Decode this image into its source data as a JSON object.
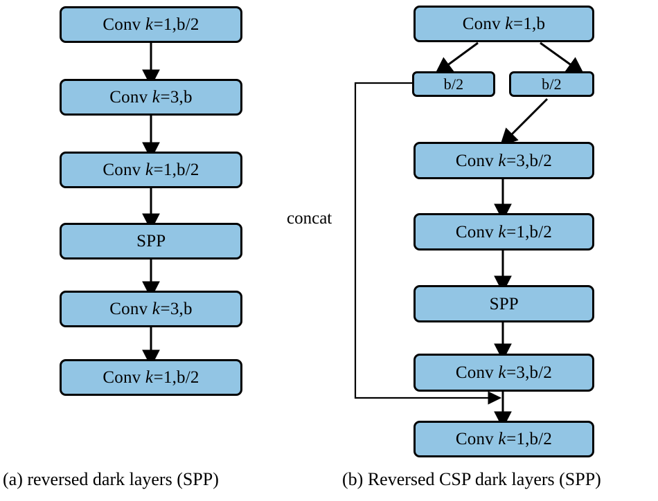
{
  "figure": {
    "background_color": "#ffffff",
    "block_fill_color": "#92C5E4",
    "block_border_color": "#000000",
    "edge_color": "#000000"
  },
  "panel_a": {
    "caption": "(a) reversed dark layers (SPP)",
    "blocks": [
      {
        "id": "a1",
        "prefix": "Conv ",
        "italic": "k",
        "suffix": "=1,b/2",
        "full": "Conv k=1,b/2"
      },
      {
        "id": "a2",
        "prefix": "Conv ",
        "italic": "k",
        "suffix": "=3,b",
        "full": "Conv k=3,b"
      },
      {
        "id": "a3",
        "prefix": "Conv ",
        "italic": "k",
        "suffix": "=1,b/2",
        "full": "Conv k=1,b/2"
      },
      {
        "id": "a4",
        "prefix": "",
        "italic": "",
        "suffix": "SPP",
        "full": "SPP"
      },
      {
        "id": "a5",
        "prefix": "Conv ",
        "italic": "k",
        "suffix": "=3,b",
        "full": "Conv k=3,b"
      },
      {
        "id": "a6",
        "prefix": "Conv ",
        "italic": "k",
        "suffix": "=1,b/2",
        "full": "Conv k=1,b/2"
      }
    ]
  },
  "panel_b": {
    "caption": "(b) Reversed CSP dark layers (SPP)",
    "concat_label": "concat",
    "blocks": [
      {
        "id": "b1",
        "prefix": "Conv ",
        "italic": "k",
        "suffix": "=1,b",
        "full": "Conv k=1,b"
      },
      {
        "id": "b_split_left",
        "prefix": "",
        "italic": "",
        "suffix": "b/2",
        "full": "b/2"
      },
      {
        "id": "b_split_right",
        "prefix": "",
        "italic": "",
        "suffix": "b/2",
        "full": "b/2"
      },
      {
        "id": "b2",
        "prefix": "Conv ",
        "italic": "k",
        "suffix": "=3,b/2",
        "full": "Conv k=3,b/2"
      },
      {
        "id": "b3",
        "prefix": "Conv ",
        "italic": "k",
        "suffix": "=1,b/2",
        "full": "Conv k=1,b/2"
      },
      {
        "id": "b4",
        "prefix": "",
        "italic": "",
        "suffix": "SPP",
        "full": "SPP"
      },
      {
        "id": "b5",
        "prefix": "Conv ",
        "italic": "k",
        "suffix": "=3,b/2",
        "full": "Conv k=3,b/2"
      },
      {
        "id": "b6",
        "prefix": "Conv ",
        "italic": "k",
        "suffix": "=1,b/2",
        "full": "Conv k=1,b/2"
      }
    ]
  }
}
